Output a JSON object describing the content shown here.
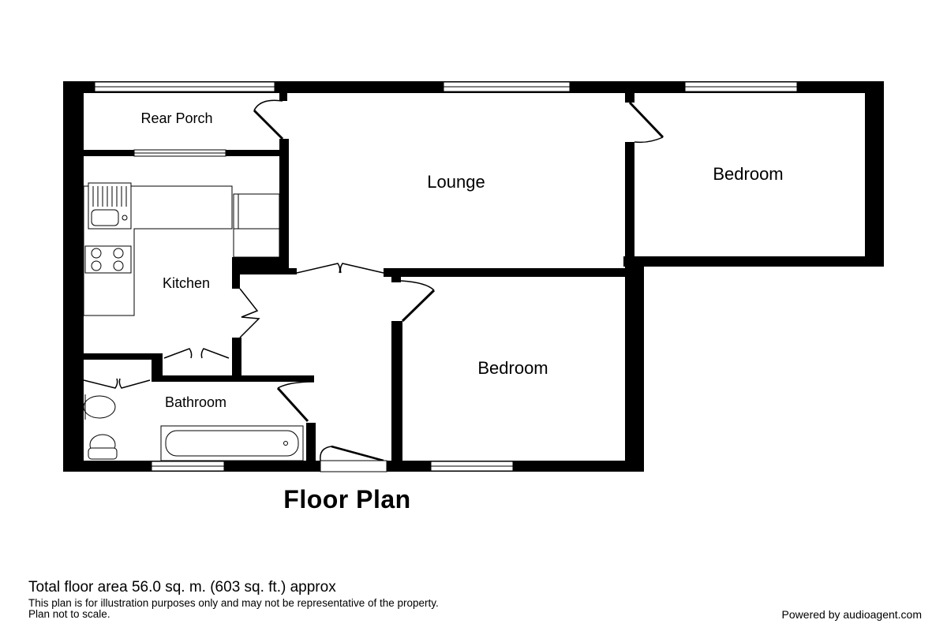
{
  "rooms": {
    "rear_porch": "Rear Porch",
    "lounge": "Lounge",
    "bedroom_1": "Bedroom",
    "kitchen": "Kitchen",
    "bathroom": "Bathroom",
    "bedroom_2": "Bedroom"
  },
  "title": "Floor Plan",
  "footer": {
    "area": "Total floor area 56.0 sq. m. (603 sq. ft.) approx",
    "disclaimer_line1": "This plan is for illustration purposes only and may not be representative of the property.",
    "disclaimer_line2": "Plan not to scale.",
    "powered_by": "Powered by audioagent.com"
  },
  "colors": {
    "wall": "#000000",
    "background": "#ffffff"
  }
}
